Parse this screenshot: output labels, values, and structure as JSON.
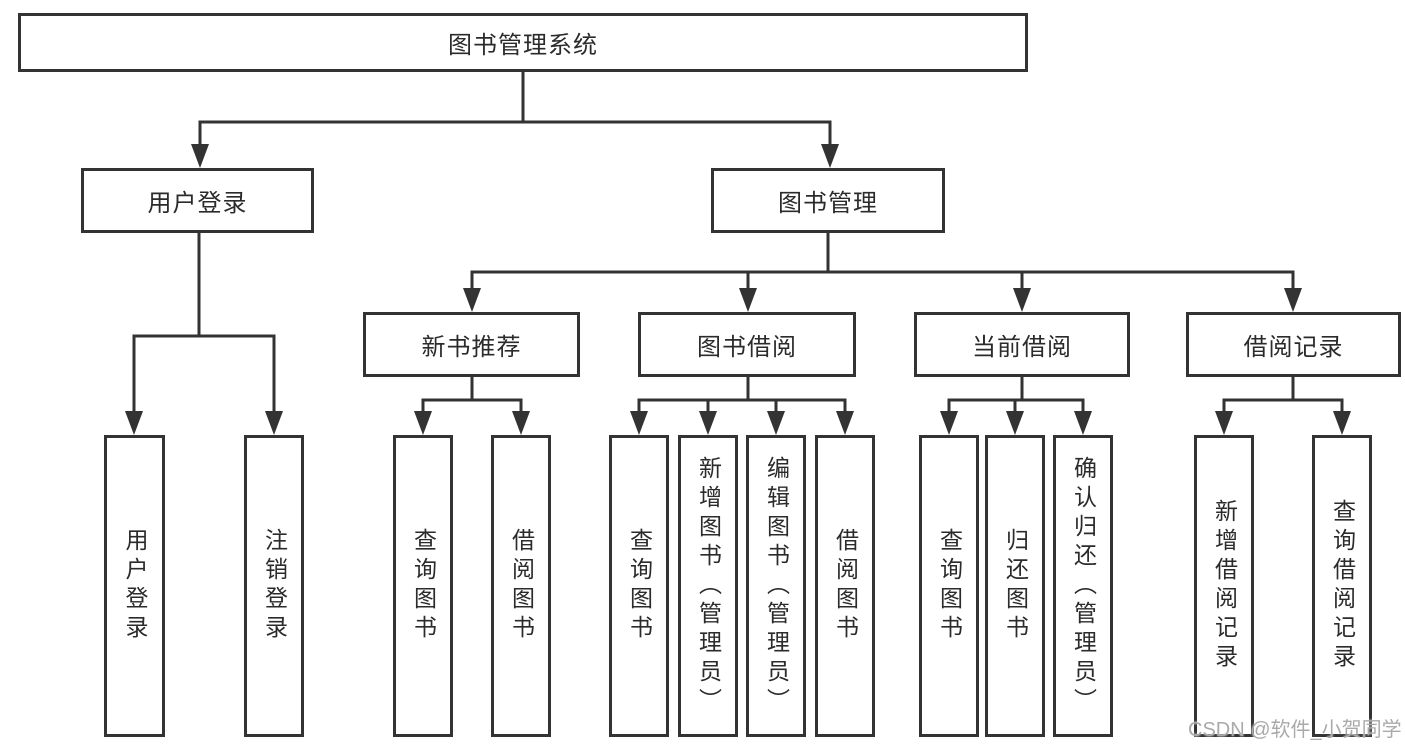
{
  "diagram": {
    "root": {
      "label": "图书管理系统",
      "children": [
        {
          "label": "用户登录",
          "children": [
            {
              "label": "用户登录"
            },
            {
              "label": "注销登录"
            }
          ]
        },
        {
          "label": "图书管理",
          "children": [
            {
              "label": "新书推荐",
              "children": [
                {
                  "label": "查询图书"
                },
                {
                  "label": "借阅图书"
                }
              ]
            },
            {
              "label": "图书借阅",
              "children": [
                {
                  "label": "查询图书"
                },
                {
                  "label": "新增图书（管理员）"
                },
                {
                  "label": "编辑图书（管理员）"
                },
                {
                  "label": "借阅图书"
                }
              ]
            },
            {
              "label": "当前借阅",
              "children": [
                {
                  "label": "查询图书"
                },
                {
                  "label": "归还图书"
                },
                {
                  "label": "确认归还（管理员）"
                }
              ]
            },
            {
              "label": "借阅记录",
              "children": [
                {
                  "label": "新增借阅记录"
                },
                {
                  "label": "查询借阅记录"
                }
              ]
            }
          ]
        }
      ]
    }
  },
  "watermark": {
    "text": "CSDN @软件_小贺同学"
  },
  "colors": {
    "line": "#333333",
    "border": "#333333",
    "fill": "#ffffff",
    "text": "#2b2b2b",
    "watermark": "#aaaaaa"
  }
}
